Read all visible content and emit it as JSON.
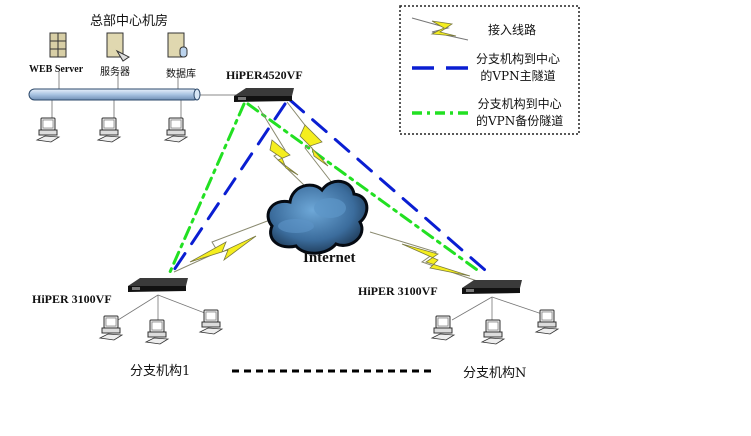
{
  "headquarters": {
    "title": "总部中心机房",
    "servers": [
      {
        "label": "WEB Server",
        "icon": "web-server-icon"
      },
      {
        "label": "服务器",
        "icon": "server-icon"
      },
      {
        "label": "数据库",
        "icon": "database-server-icon"
      }
    ],
    "router_label": "HiPER4520VF"
  },
  "internet": {
    "label": "Internet"
  },
  "branches": [
    {
      "router_label": "HiPER 3100VF",
      "name": "分支机构1"
    },
    {
      "router_label": "HiPER 3100VF",
      "name": "分支机构N"
    }
  ],
  "legend": {
    "items": [
      {
        "label": "接入线路",
        "style": "lightning",
        "color": "#f5ee1e"
      },
      {
        "label_line1": "分支机构到中心",
        "label_line2": "的VPN主隧道",
        "style": "dashed",
        "color": "#0a1ed2"
      },
      {
        "label_line1": "分支机构到中心",
        "label_line2": "的VPN备份隧道",
        "style": "dash-dot",
        "color": "#22e022"
      }
    ]
  },
  "colors": {
    "primary_tunnel": "#0a1ed2",
    "backup_tunnel": "#22e022",
    "access_line": "#f5ee1e",
    "cloud": "#3d6f9e"
  }
}
